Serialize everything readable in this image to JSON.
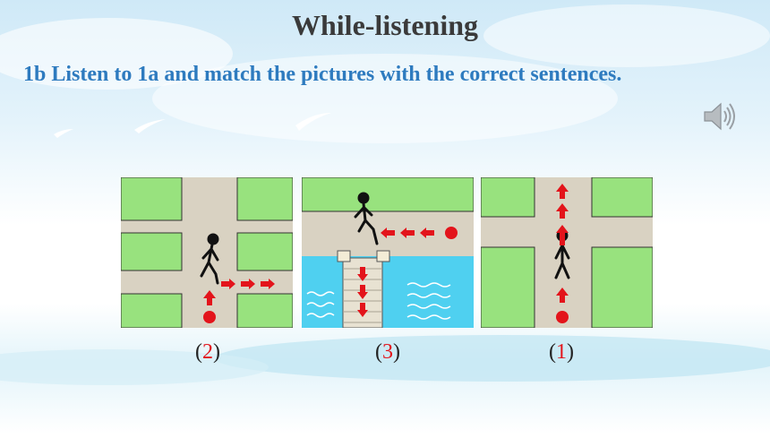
{
  "slide": {
    "title": "While-listening",
    "instruction": "1b Listen to 1a and match the pictures with the correct sentences."
  },
  "audio": {
    "icon": "speaker-icon"
  },
  "pictures": [
    {
      "id": "picture-1",
      "answer": "2",
      "description_icon": "cross-street-turn-right-map"
    },
    {
      "id": "picture-2",
      "answer": "3",
      "description_icon": "walk-across-bridge-map"
    },
    {
      "id": "picture-3",
      "answer": "1",
      "description_icon": "go-straight-map"
    }
  ],
  "colors": {
    "title": "#3a3a3a",
    "instruction": "#2e7bbf",
    "answer": "#e3141b",
    "grass": "#98e27e",
    "road": "#d9d2c2",
    "water": "#4fd0f0",
    "arrow": "#e3141b"
  }
}
